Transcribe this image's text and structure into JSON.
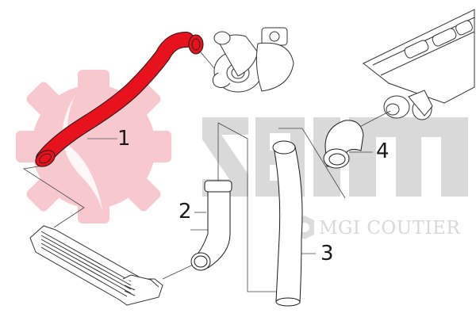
{
  "diagram": {
    "watermark": {
      "logo_text": "seim",
      "brand_text": "MGI COUTIER",
      "gear_color": "#f7c9cf",
      "letters_color": "#d9d9d9"
    },
    "highlight_color": "#e8121c",
    "callouts": [
      {
        "id": "1",
        "label": "1",
        "part": "intake hose (highlighted)"
      },
      {
        "id": "2",
        "label": "2",
        "part": "elbow hose"
      },
      {
        "id": "3",
        "label": "3",
        "part": "long hose"
      },
      {
        "id": "4",
        "label": "4",
        "part": "short elbow hose"
      }
    ],
    "components": [
      {
        "name": "turbocharger"
      },
      {
        "name": "intake-manifold"
      },
      {
        "name": "intercooler"
      }
    ]
  }
}
